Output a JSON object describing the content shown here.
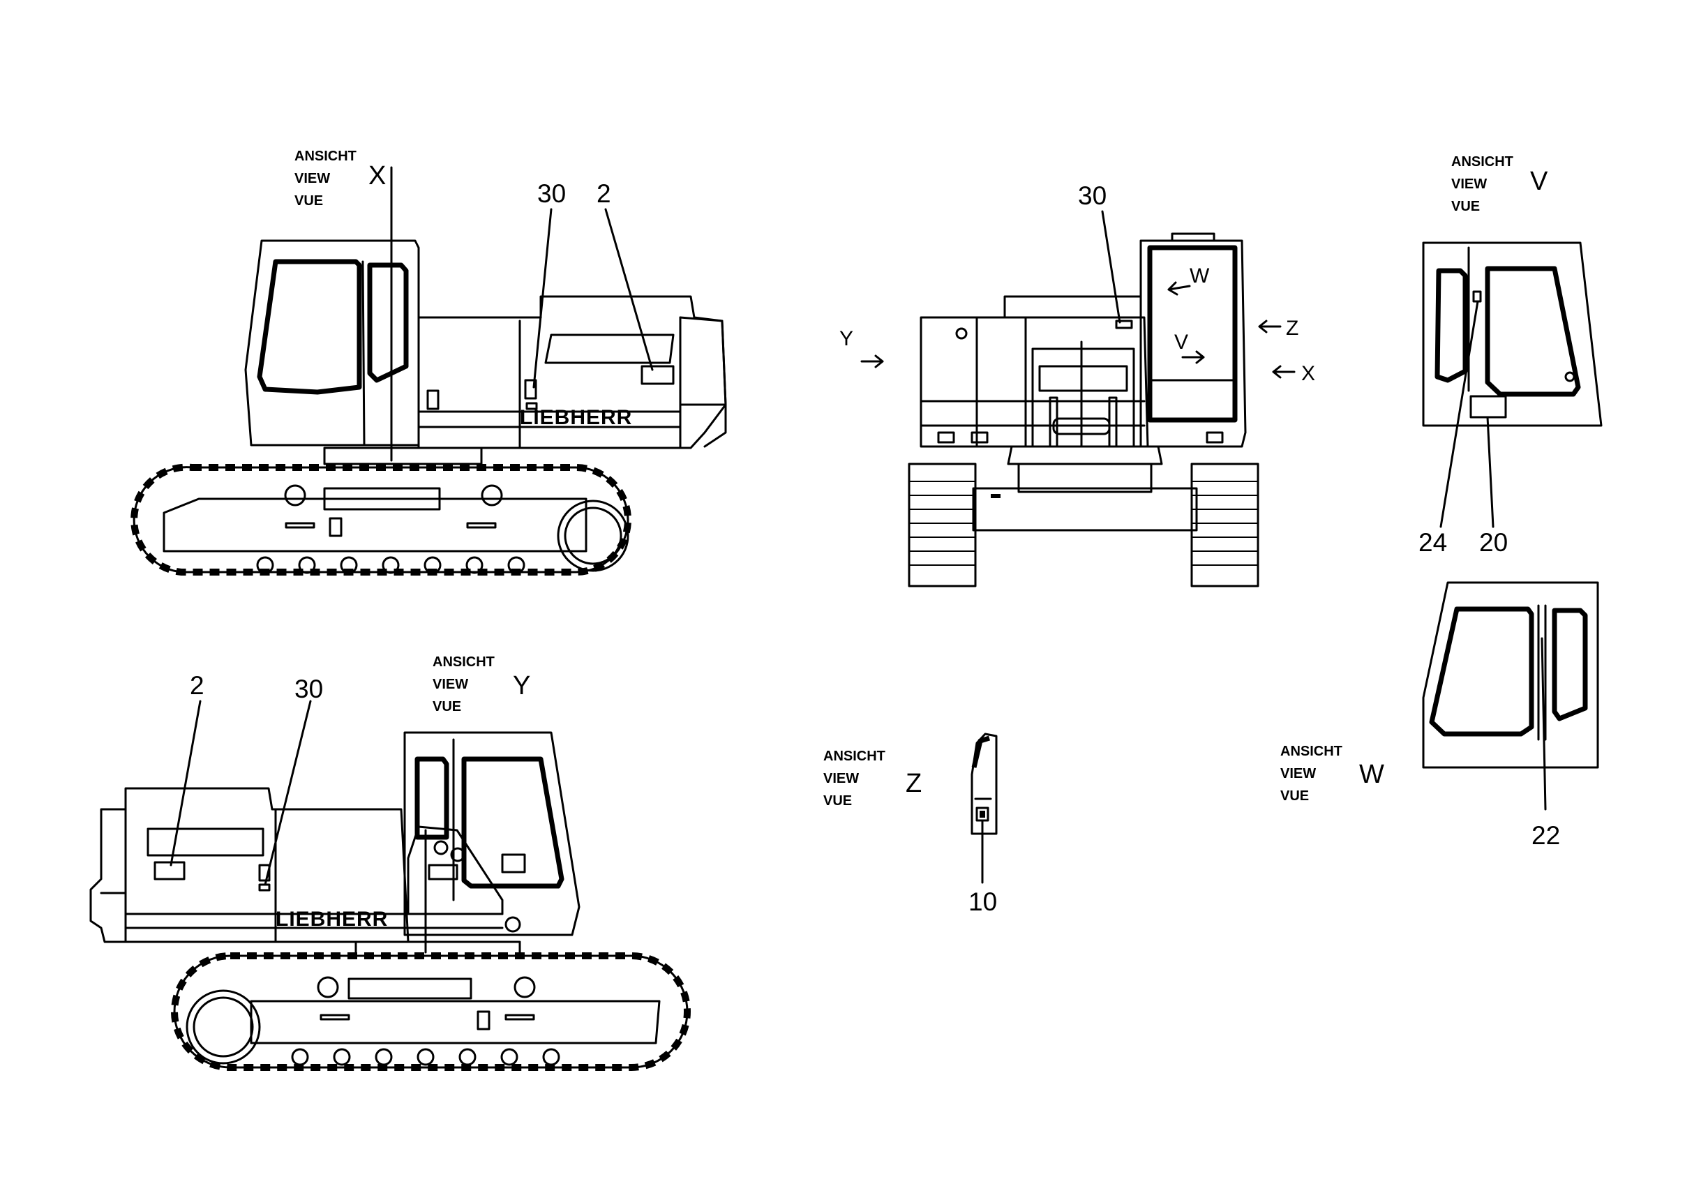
{
  "view_caption": {
    "line1": "ANSICHT",
    "line2": "VIEW",
    "line3": "VUE"
  },
  "views": {
    "x": "X",
    "y": "Y",
    "z": "Z",
    "v": "V",
    "w": "W"
  },
  "brand_text": "LIEBHERR",
  "callouts": {
    "top_side_30": "30",
    "top_side_2": "2",
    "front_30": "30",
    "v_24": "24",
    "v_20": "20",
    "bottom_side_2": "2",
    "bottom_side_30": "30",
    "z_10": "10",
    "w_22": "22"
  },
  "direction_arrows": {
    "y": "Y",
    "w": "W",
    "z": "Z",
    "v": "V",
    "x": "X"
  }
}
